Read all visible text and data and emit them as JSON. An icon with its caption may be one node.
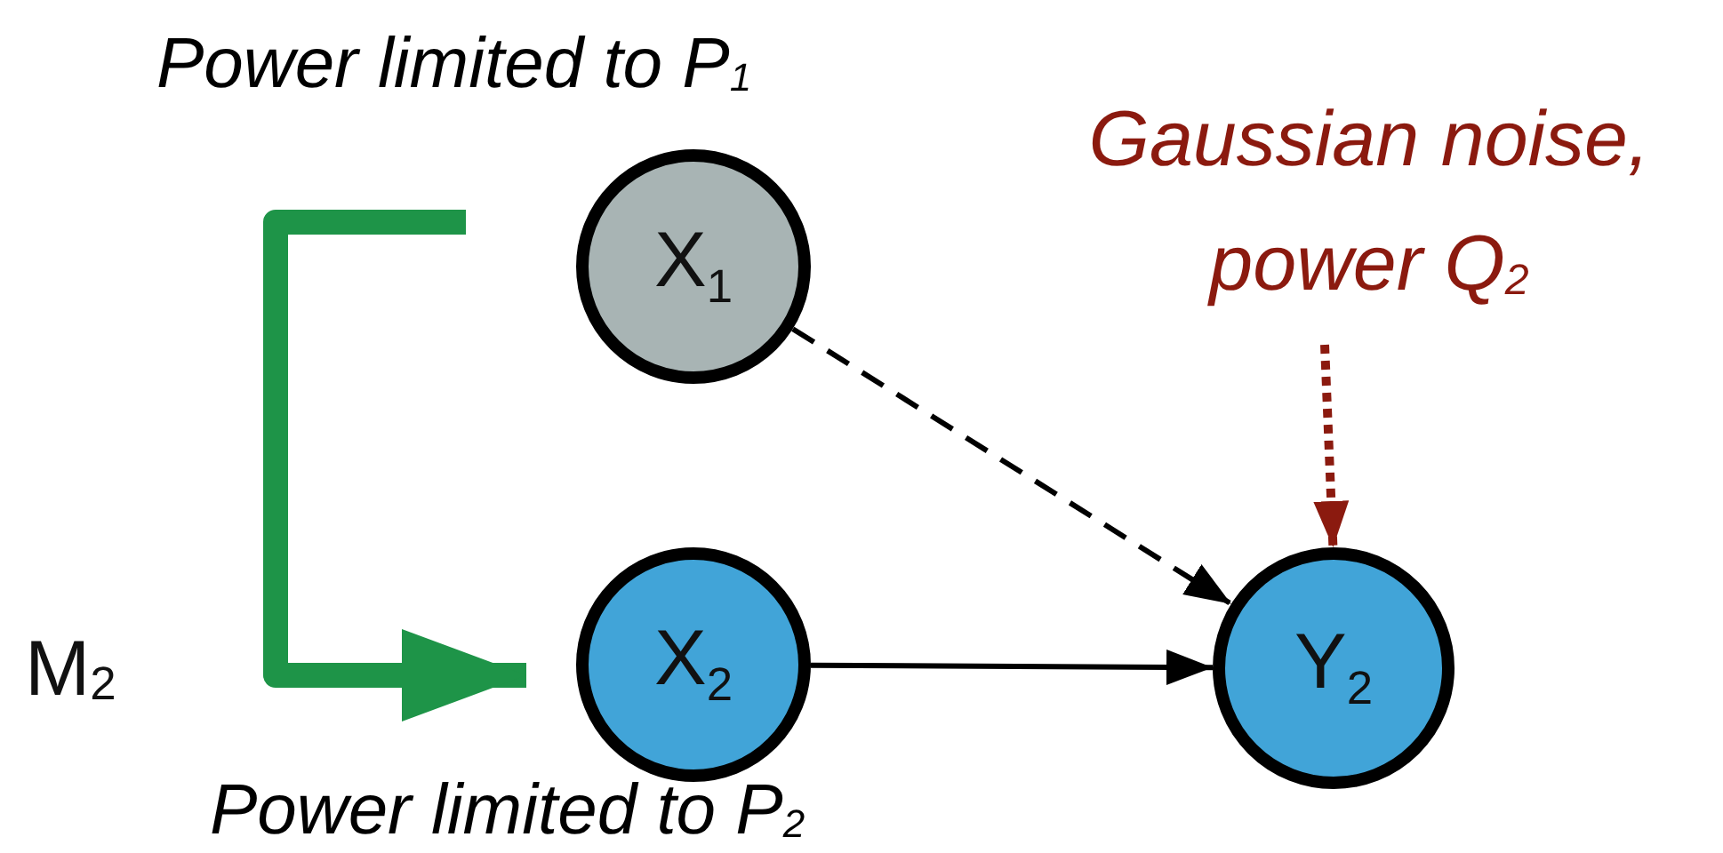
{
  "diagram": {
    "nodes": [
      {
        "text": [
          "X$_{1}$"
        ],
        "beside": [
          "Power limited to P$_{1}$"
        ]
      },
      {
        "text": [
          "X$_{2}$"
        ],
        "beside": [
          "Power limited to P$_{2}$"
        ]
      },
      {
        "text": [
          "Y$_{2}$"
        ]
      },
      {
        "text": [
          "Gaussian noise, power Q$_{2}$"
        ]
      }
    ],
    "edges": [
      {
        "from": 0,
        "to": 2,
        "arrow": "to",
        "style": "dashed"
      },
      {
        "from": 1,
        "to": 2,
        "arrow": "to"
      },
      {
        "from": 3,
        "to": 2,
        "arrow": "to",
        "style": "dashed",
        "color": "#8b1a0f"
      },
      {
        "from": null,
        "to": 1,
        "arrow": "to",
        "style": "thick",
        "color": "#1e9448"
      }
    ],
    "labels": [
      "M$_{2}$"
    ]
  }
}
